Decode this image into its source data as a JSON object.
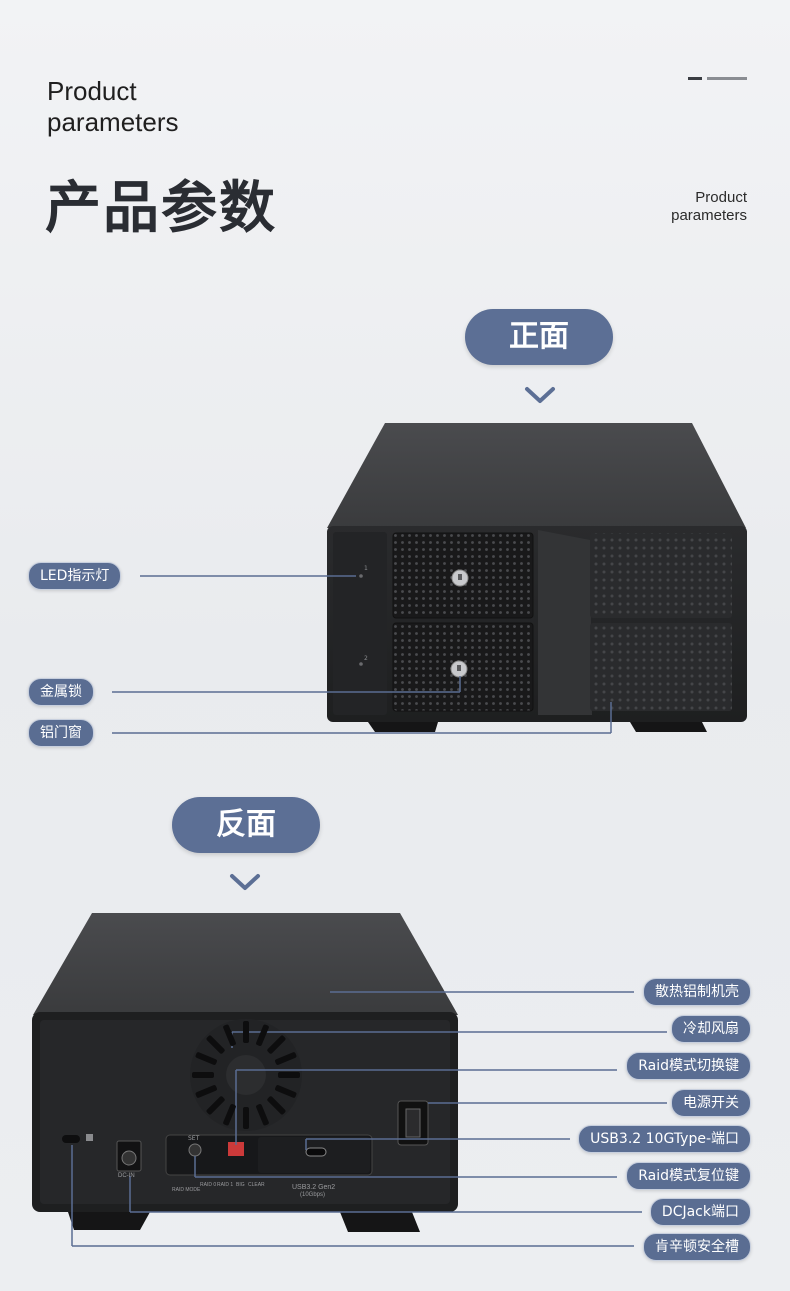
{
  "header": {
    "title_en_line1": "Product",
    "title_en_line2": "parameters",
    "title_cn": "产品参数",
    "right_en_line1": "Product",
    "right_en_line2": "parameters"
  },
  "front": {
    "section_label": "正面",
    "callouts": [
      {
        "id": "led",
        "text": "LED指示灯"
      },
      {
        "id": "lock",
        "text": "金属锁"
      },
      {
        "id": "window",
        "text": "铝门窗"
      }
    ],
    "bay_marks": [
      "1",
      "2"
    ]
  },
  "back": {
    "section_label": "反面",
    "callouts": [
      {
        "id": "shell",
        "text": "散热铝制机壳"
      },
      {
        "id": "fan",
        "text": "冷却风扇"
      },
      {
        "id": "raid-switch",
        "text": "Raid模式切换键"
      },
      {
        "id": "power",
        "text": "电源开关"
      },
      {
        "id": "usb",
        "text": "USB3.2 10GType-端口"
      },
      {
        "id": "raid-reset",
        "text": "Raid模式复位键"
      },
      {
        "id": "dc",
        "text": "DCJack端口"
      },
      {
        "id": "kensington",
        "text": "肯辛顿安全槽"
      }
    ],
    "panel_text": {
      "set": "SET",
      "dc_in": "DC-IN",
      "raid_mode": "RAID MODE",
      "raid0": "RAID 0",
      "raid1": "RAID 1",
      "big": "BIG",
      "clear": "CLEAR",
      "usb_line1": "USB3.2 Gen2",
      "usb_line2": "(10Gbps)"
    }
  },
  "colors": {
    "accent": "#5c6f95",
    "line": "#5a6d92",
    "device": "#2b2c2e",
    "background": "#eceef1"
  }
}
